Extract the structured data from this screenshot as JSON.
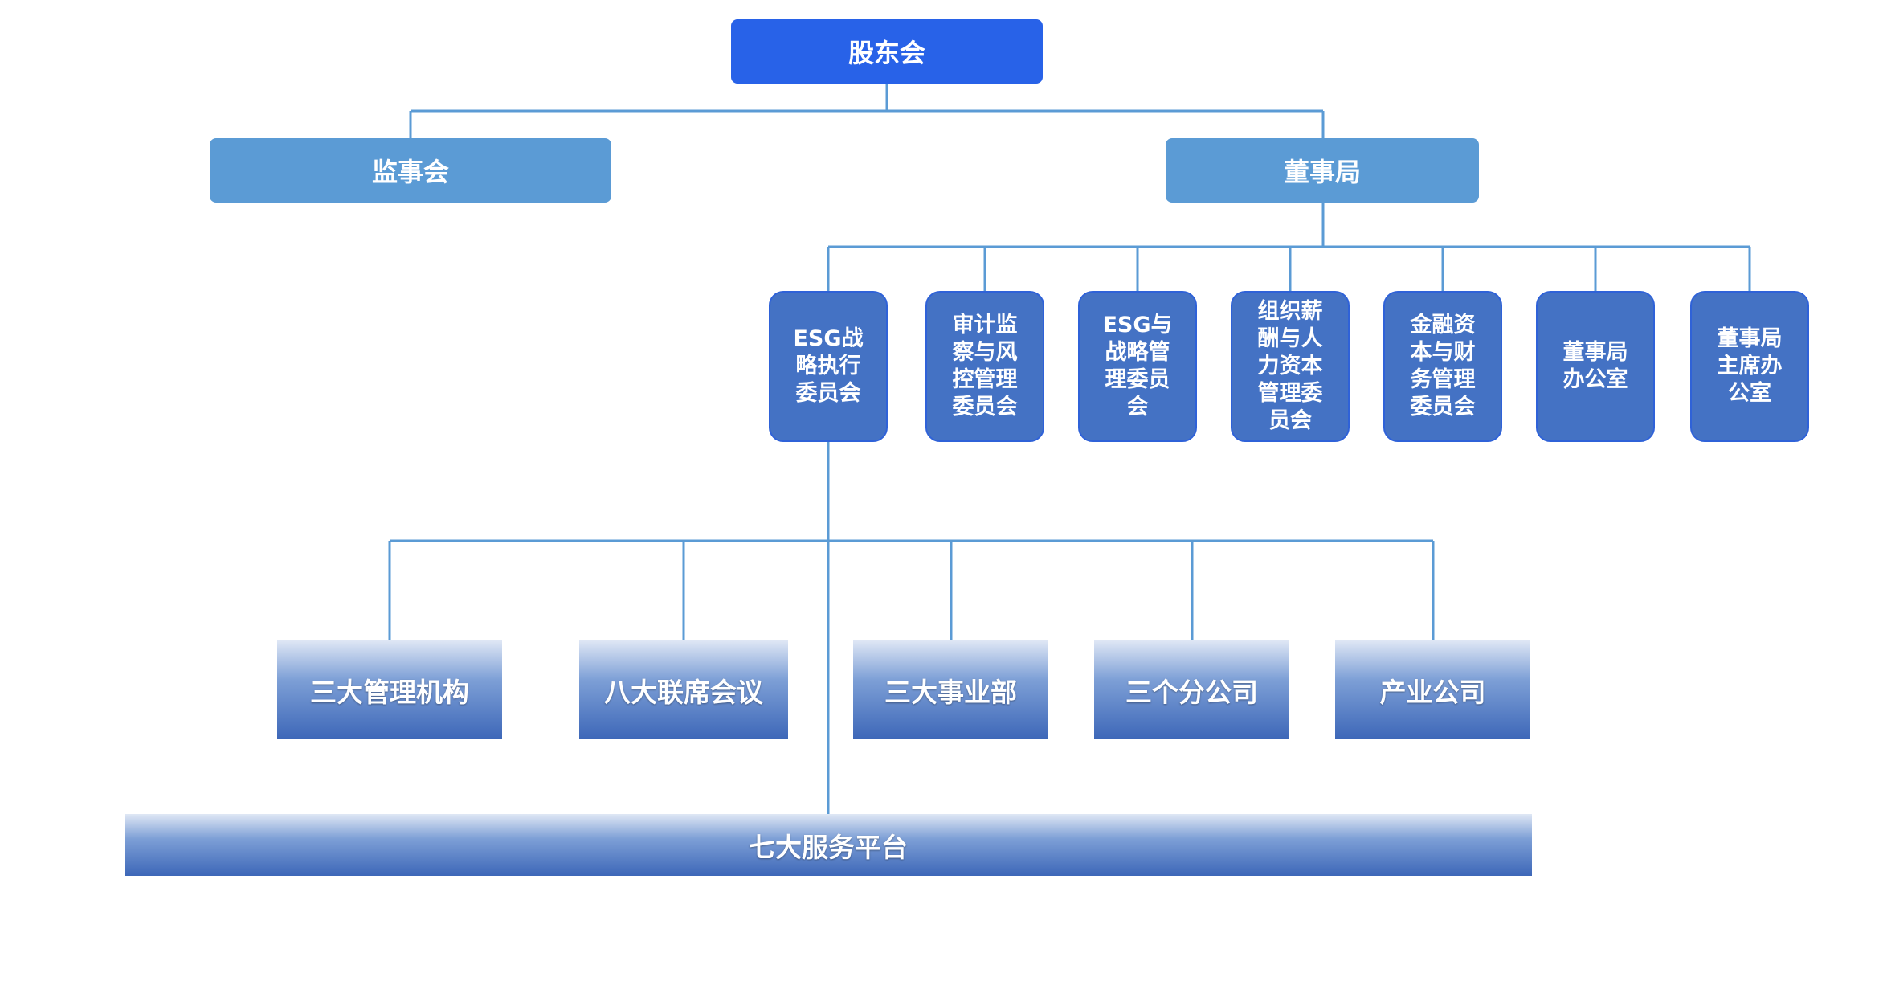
{
  "top": {
    "label": "股东会"
  },
  "level2": {
    "supervisory": "监事会",
    "board": "董事局"
  },
  "committees": [
    {
      "label": "ESG战\n略执行\n委员会"
    },
    {
      "label": "审计监\n察与风\n控管理\n委员会"
    },
    {
      "label": "ESG与\n战略管\n理委员\n会"
    },
    {
      "label": "组织薪\n酬与人\n力资本\n管理委\n员会"
    },
    {
      "label": "金融资\n本与财\n务管理\n委员会"
    },
    {
      "label": "董事局\n办公室"
    },
    {
      "label": "董事局\n主席办\n公室"
    }
  ],
  "units": [
    {
      "label": "三大管理机构"
    },
    {
      "label": "八大联席会议"
    },
    {
      "label": "三大事业部"
    },
    {
      "label": "三个分公司"
    },
    {
      "label": "产业公司"
    }
  ],
  "platform": {
    "label": "七大服务平台"
  },
  "colors": {
    "top_box": "#2862e8",
    "level2_box": "#5b9bd5",
    "committee_box": "#4472c4",
    "connector": "#5b9bd5"
  }
}
